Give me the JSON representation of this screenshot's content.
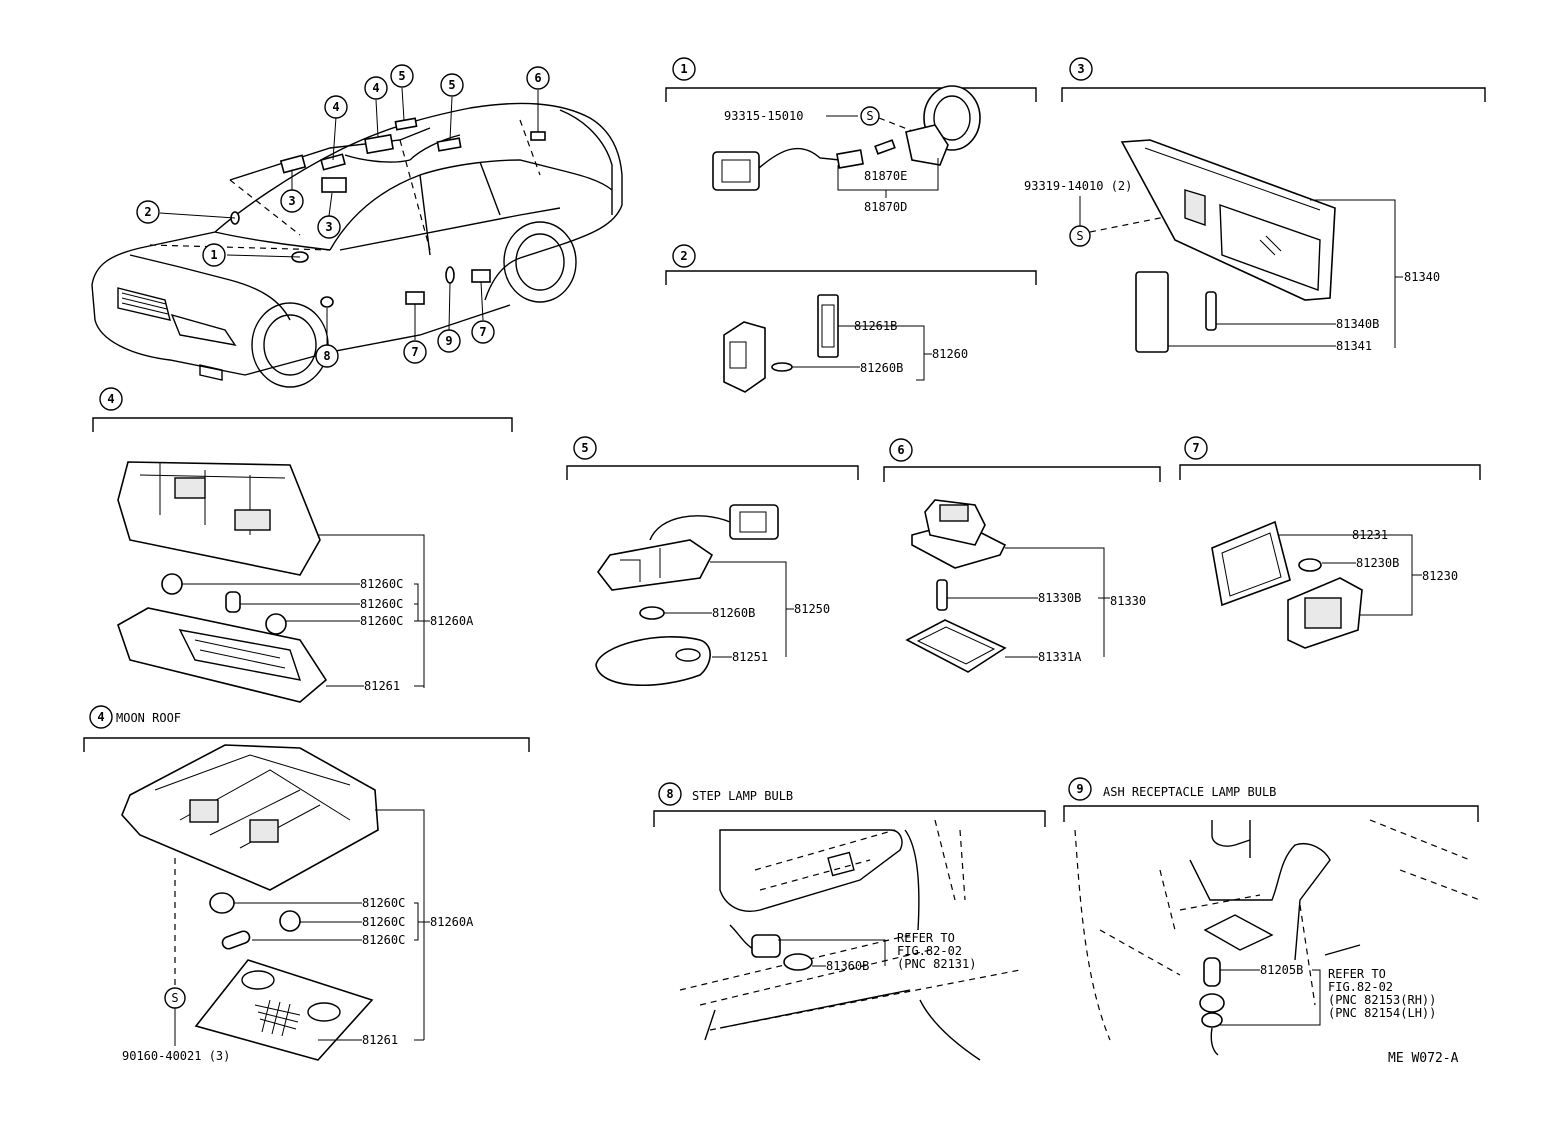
{
  "diagram_code": "ME W072-A",
  "overview_callouts": [
    "1",
    "2",
    "3",
    "3",
    "4",
    "4",
    "5",
    "5",
    "6",
    "7",
    "7",
    "8",
    "9"
  ],
  "sections": {
    "s1": {
      "num": "1",
      "screw": "93315-15010",
      "screw_symbol": "S",
      "parts": [
        "81870E",
        "81870D"
      ]
    },
    "s2": {
      "num": "2",
      "parts": [
        "81261B",
        "81260B",
        "81260"
      ]
    },
    "s3": {
      "num": "3",
      "screw": "93319-14010 (2)",
      "screw_symbol": "S",
      "parts": [
        "81340",
        "81340B",
        "81341"
      ]
    },
    "s4": {
      "num": "4",
      "parts": [
        "81260C",
        "81260C",
        "81260C",
        "81260A",
        "81261"
      ]
    },
    "s4m": {
      "num": "4",
      "title": "MOON ROOF",
      "screw": "90160-40021 (3)",
      "screw_symbol": "S",
      "parts": [
        "81260C",
        "81260C",
        "81260A",
        "81260C",
        "81261"
      ]
    },
    "s5": {
      "num": "5",
      "parts": [
        "81260B",
        "81250",
        "81251"
      ]
    },
    "s6": {
      "num": "6",
      "parts": [
        "81330B",
        "81330",
        "81331A"
      ]
    },
    "s7": {
      "num": "7",
      "parts": [
        "81231",
        "81230B",
        "81230"
      ]
    },
    "s8": {
      "num": "8",
      "title": "STEP LAMP BULB",
      "part": "81360B",
      "refer": [
        "REFER TO",
        "FIG.82-02",
        "(PNC 82131)"
      ]
    },
    "s9": {
      "num": "9",
      "title": "ASH RECEPTACLE LAMP BULB",
      "part": "81205B",
      "refer": [
        "REFER TO",
        "FIG.82-02",
        "(PNC 82153(RH))",
        "(PNC 82154(LH))"
      ]
    }
  }
}
